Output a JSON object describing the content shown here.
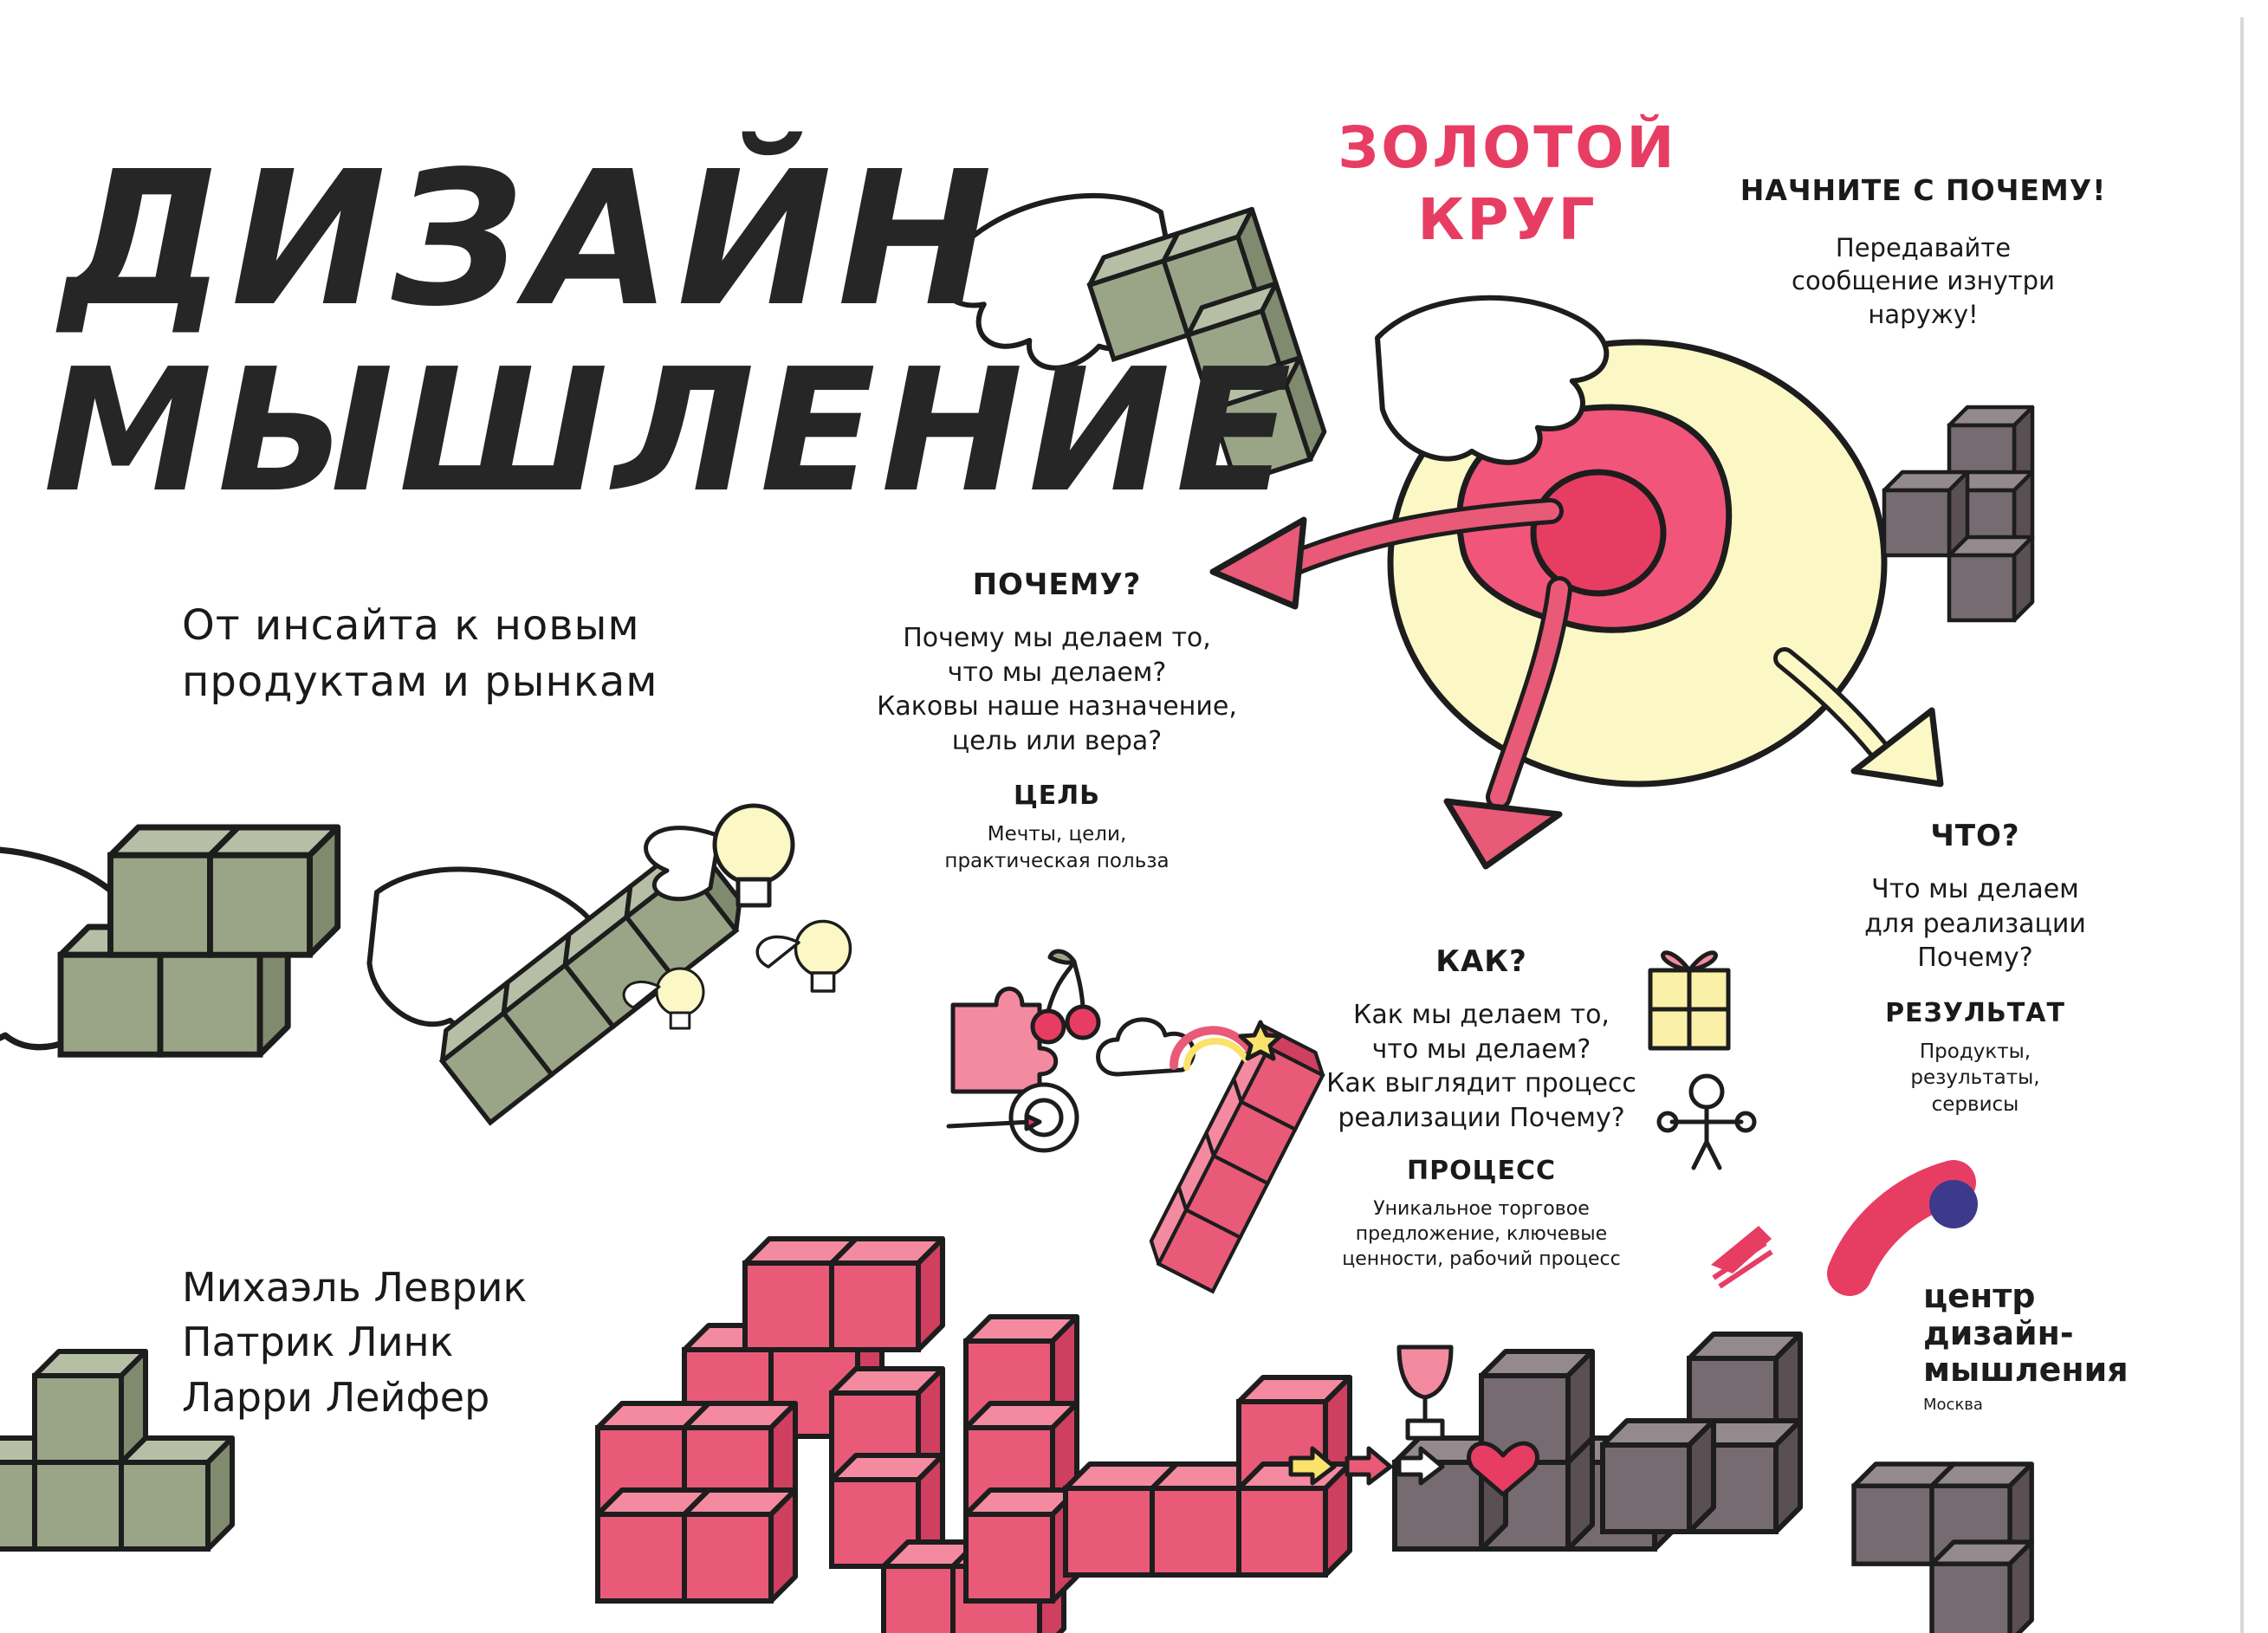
{
  "cover": {
    "title_line1": "ДИЗАЙН",
    "title_line2": "МЫШЛЕНИЕ",
    "subtitle_line1": "От инсайта к новым",
    "subtitle_line2": "продуктам и рынкам",
    "authors": [
      "Михаэль Леврик",
      "Патрик Линк",
      "Ларри Лейфер"
    ]
  },
  "golden_circle": {
    "heading_line1": "ЗОЛОТОЙ",
    "heading_line2": "КРУГ"
  },
  "start_with_why": {
    "heading": "НАЧНИТЕ С ПОЧЕМУ!",
    "lines": [
      "Передавайте",
      "сообщение изнутри",
      "наружу!"
    ]
  },
  "why": {
    "heading": "ПОЧЕМУ?",
    "lines": [
      "Почему мы делаем то,",
      "что мы делаем?",
      "Каковы наше назначение,",
      "цель или вера?"
    ],
    "sub_heading": "ЦЕЛЬ",
    "sub_lines": [
      "Мечты, цели,",
      "практическая польза"
    ]
  },
  "how": {
    "heading": "КАК?",
    "lines": [
      "Как мы делаем то,",
      "что мы делаем?",
      "Как выглядит процесс",
      "реализации Почему?"
    ],
    "sub_heading": "ПРОЦЕСС",
    "sub_lines": [
      "Уникальное торговое",
      "предложение, ключевые",
      "ценности, рабочий процесс"
    ]
  },
  "what": {
    "heading": "ЧТО?",
    "lines": [
      "Что мы делаем",
      "для реализации",
      "Почему?"
    ],
    "sub_heading": "РЕЗУЛЬТАТ",
    "sub_lines": [
      "Продукты,",
      "результаты,",
      "сервисы"
    ]
  },
  "publisher": {
    "name_lines": [
      "центр",
      "дизайн-",
      "мышления"
    ],
    "city": "Москва"
  },
  "colors": {
    "pink": "#e85a78",
    "pink_dark": "#e83d63",
    "olive": "#9aa588",
    "gray_dark": "#766b70",
    "yellow_pale": "#fbf8c6",
    "outline": "#1d1d1d"
  }
}
